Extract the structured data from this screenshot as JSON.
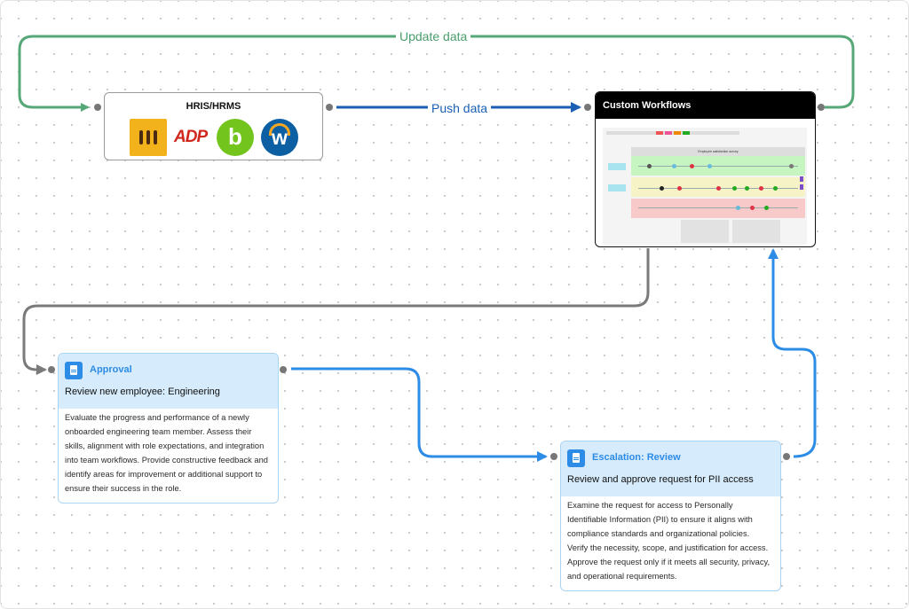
{
  "labels": {
    "update": "Update data",
    "push": "Push data"
  },
  "hris": {
    "title": "HRIS/HRMS",
    "logos": [
      "rippling-logo",
      "adp-logo",
      "bamboohr-logo",
      "workday-logo"
    ],
    "adp_text": "ADP",
    "bamboo_text": "b",
    "workday_text": "w"
  },
  "custom": {
    "title": "Custom Workflows",
    "thumbnail_title": "Employee satisfaction survey"
  },
  "approval": {
    "title": "Approval",
    "subtitle": "Review new employee: Engineering",
    "body": "Evaluate the progress and performance of a newly onboarded engineering team member. Assess their skills, alignment with role expectations, and integration into team workflows. Provide constructive feedback and identify areas for improvement or additional support to ensure their success in the role."
  },
  "escalation": {
    "title": "Escalation: Review",
    "subtitle": "Review and approve request for PII access",
    "body": "Examine the request for access to Personally Identifiable Information (PII) to ensure it aligns with compliance standards and organizational policies. Verify the necessity, scope, and justification for access. Approve the request only if it meets all security, privacy, and operational requirements."
  },
  "colors": {
    "update_edge": "#57a878",
    "push_edge": "#1a5fb4",
    "gray_edge": "#7a7a7a",
    "blue_edge": "#2d8ce6"
  }
}
